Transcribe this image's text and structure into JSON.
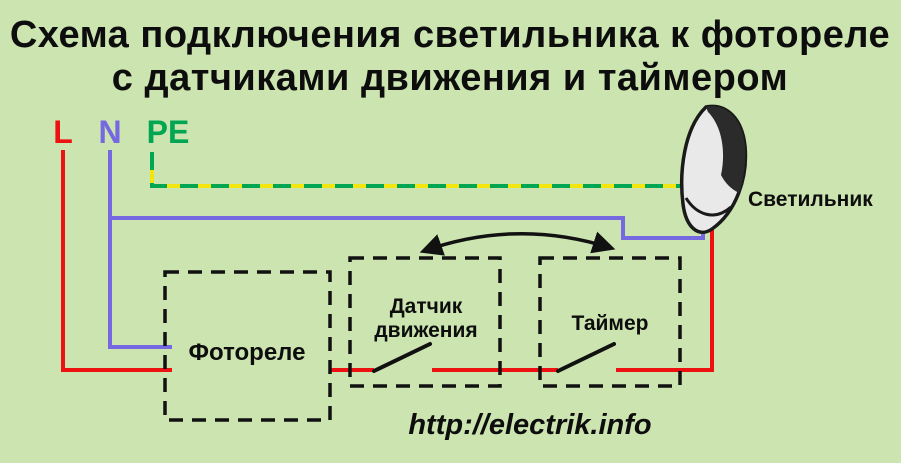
{
  "title": {
    "line1": "Схема подключения светильника к фотореле",
    "line2": "с датчиками движения и таймером"
  },
  "terminals": {
    "l": "L",
    "n": "N",
    "pe": "PE"
  },
  "boxes": {
    "photorelay": {
      "label": "Фотореле"
    },
    "motion_sensor": {
      "label_line1": "Датчик",
      "label_line2": "движения"
    },
    "timer": {
      "label": "Таймер"
    }
  },
  "lamp": {
    "label": "Светильник"
  },
  "watermark": "http://electrik.info",
  "colors": {
    "background": "#cbe4b0",
    "text": "#0d0d0d",
    "wire_l": "#ee1111",
    "wire_n": "#7668e0",
    "wire_pe_green": "#00a651",
    "wire_pe_yellow": "#f2e60e",
    "box_stroke": "#111111",
    "switch_stroke": "#111111",
    "arrow_stroke": "#111111",
    "lamp_body": "#e9e9e9",
    "lamp_dark": "#2b2b2b",
    "lamp_outline": "#1a1a1a"
  }
}
